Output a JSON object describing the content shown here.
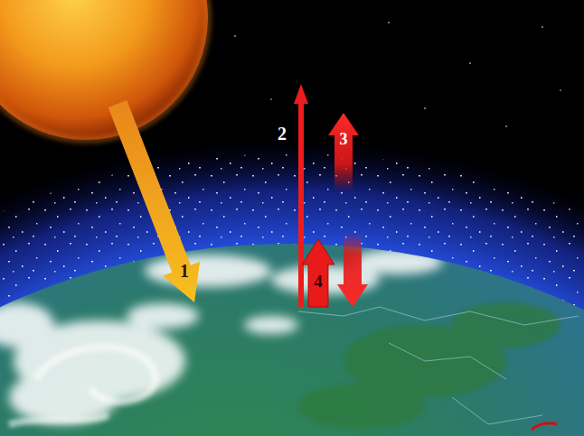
{
  "diagram": {
    "labels": [
      "1",
      "2",
      "3",
      "4"
    ]
  }
}
